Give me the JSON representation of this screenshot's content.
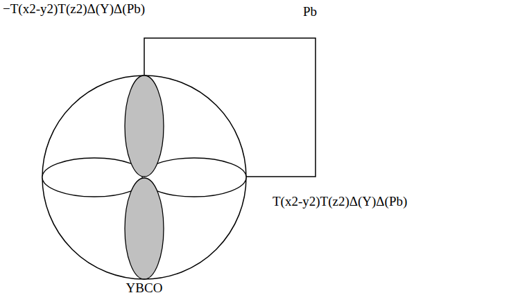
{
  "diagram": {
    "nodes": [
      {
        "text": [
          "YBCO"
        ]
      }
    ],
    "labels": [
      "−T(x2-y2)T(z2)Δ(Y)Δ(Pb)",
      "Pb",
      "T(x2-y2)T(z2)Δ(Y)Δ(Pb)"
    ]
  }
}
